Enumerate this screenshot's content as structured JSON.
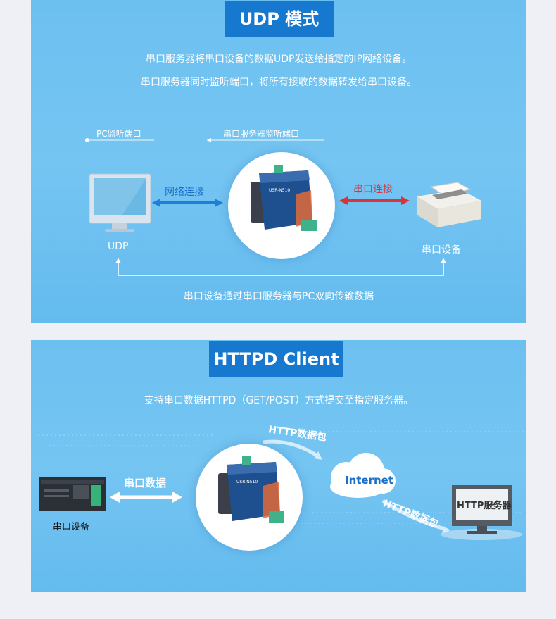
{
  "udp_section": {
    "title": "UDP 模式",
    "description_line1": "串口服务器将串口设备的数据UDP发送给指定的IP网络设备。",
    "description_line2": "串口服务器同时监听端口，将所有接收的数据转发给串口设备。",
    "pc_listen_label": "PC监听端口",
    "server_listen_label": "串口服务器监听端口",
    "network_link_label": "网络连接",
    "serial_link_label": "串口连接",
    "pc_label": "UDP",
    "device_label": "串口设备",
    "bottom_caption": "串口设备通过串口服务器与PC双向传输数据",
    "device_model": "USR-N510"
  },
  "httpd_section": {
    "title": "HTTPD Client",
    "description": "支持串口数据HTTPD（GET/POST）方式提交至指定服务器。",
    "serial_data_label": "串口数据",
    "serial_device_label": "串口设备",
    "http_packet_top": "HTTP数据包",
    "http_packet_bottom": "HTTP数据包",
    "internet_label": "Internet",
    "http_server_label": "HTTP服务器",
    "device_model": "USR-N510"
  },
  "colors": {
    "title_bg": "#1678cf",
    "panel_bg": "#6fc2f1",
    "network_arrow": "#1f7fd6",
    "serial_arrow": "#d8343a"
  }
}
